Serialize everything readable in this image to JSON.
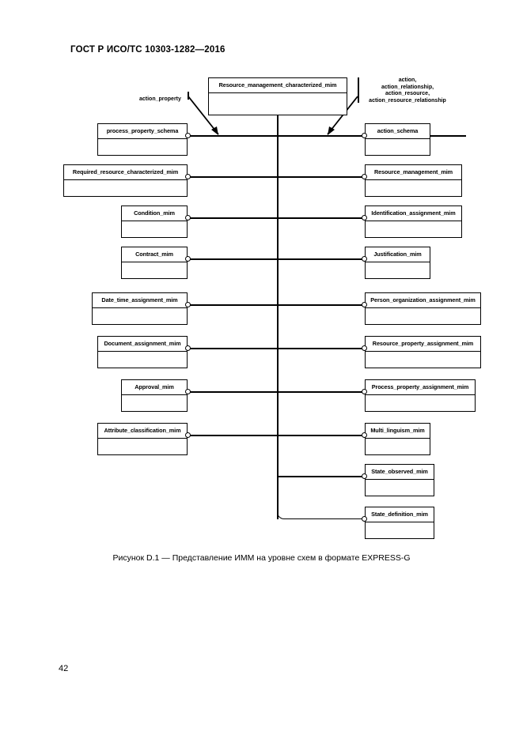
{
  "document": {
    "header": "ГОСТ Р ИСО/ТС 10303-1282—2016",
    "page_number": "42",
    "caption": "Рисунок D.1 — Представление ИММ на уровне схем в формате EXPRESS-G"
  },
  "diagram": {
    "type": "EXPRESS-G schema-level diagram",
    "root": {
      "label": "Resource_management_characterized_mim"
    },
    "edge_labels": {
      "left": "action_property",
      "right": [
        "action,",
        "action_relationship,",
        "action_resource,",
        "action_resource_relationship"
      ]
    },
    "left_nodes": [
      {
        "label": "process_property_schema"
      },
      {
        "label": "Required_resource_characterized_mim"
      },
      {
        "label": "Condition_mim"
      },
      {
        "label": "Contract_mim"
      },
      {
        "label": "Date_time_assignment_mim"
      },
      {
        "label": "Document_assignment_mim"
      },
      {
        "label": "Approval_mim"
      },
      {
        "label": "Attribute_classification_mim"
      }
    ],
    "right_nodes": [
      {
        "label": "action_schema"
      },
      {
        "label": "Resource_management_mim"
      },
      {
        "label": "Identification_assignment_mim"
      },
      {
        "label": "Justification_mim"
      },
      {
        "label": "Person_organization_assignment_mim"
      },
      {
        "label": "Resource_property_assignment_mim"
      },
      {
        "label": "Process_property_assignment_mim"
      },
      {
        "label": "Multi_linguism_mim"
      },
      {
        "label": "State_observed_mim"
      },
      {
        "label": "State_definition_mim"
      }
    ]
  },
  "colors": {
    "ink": "#000000",
    "paper": "#ffffff"
  }
}
